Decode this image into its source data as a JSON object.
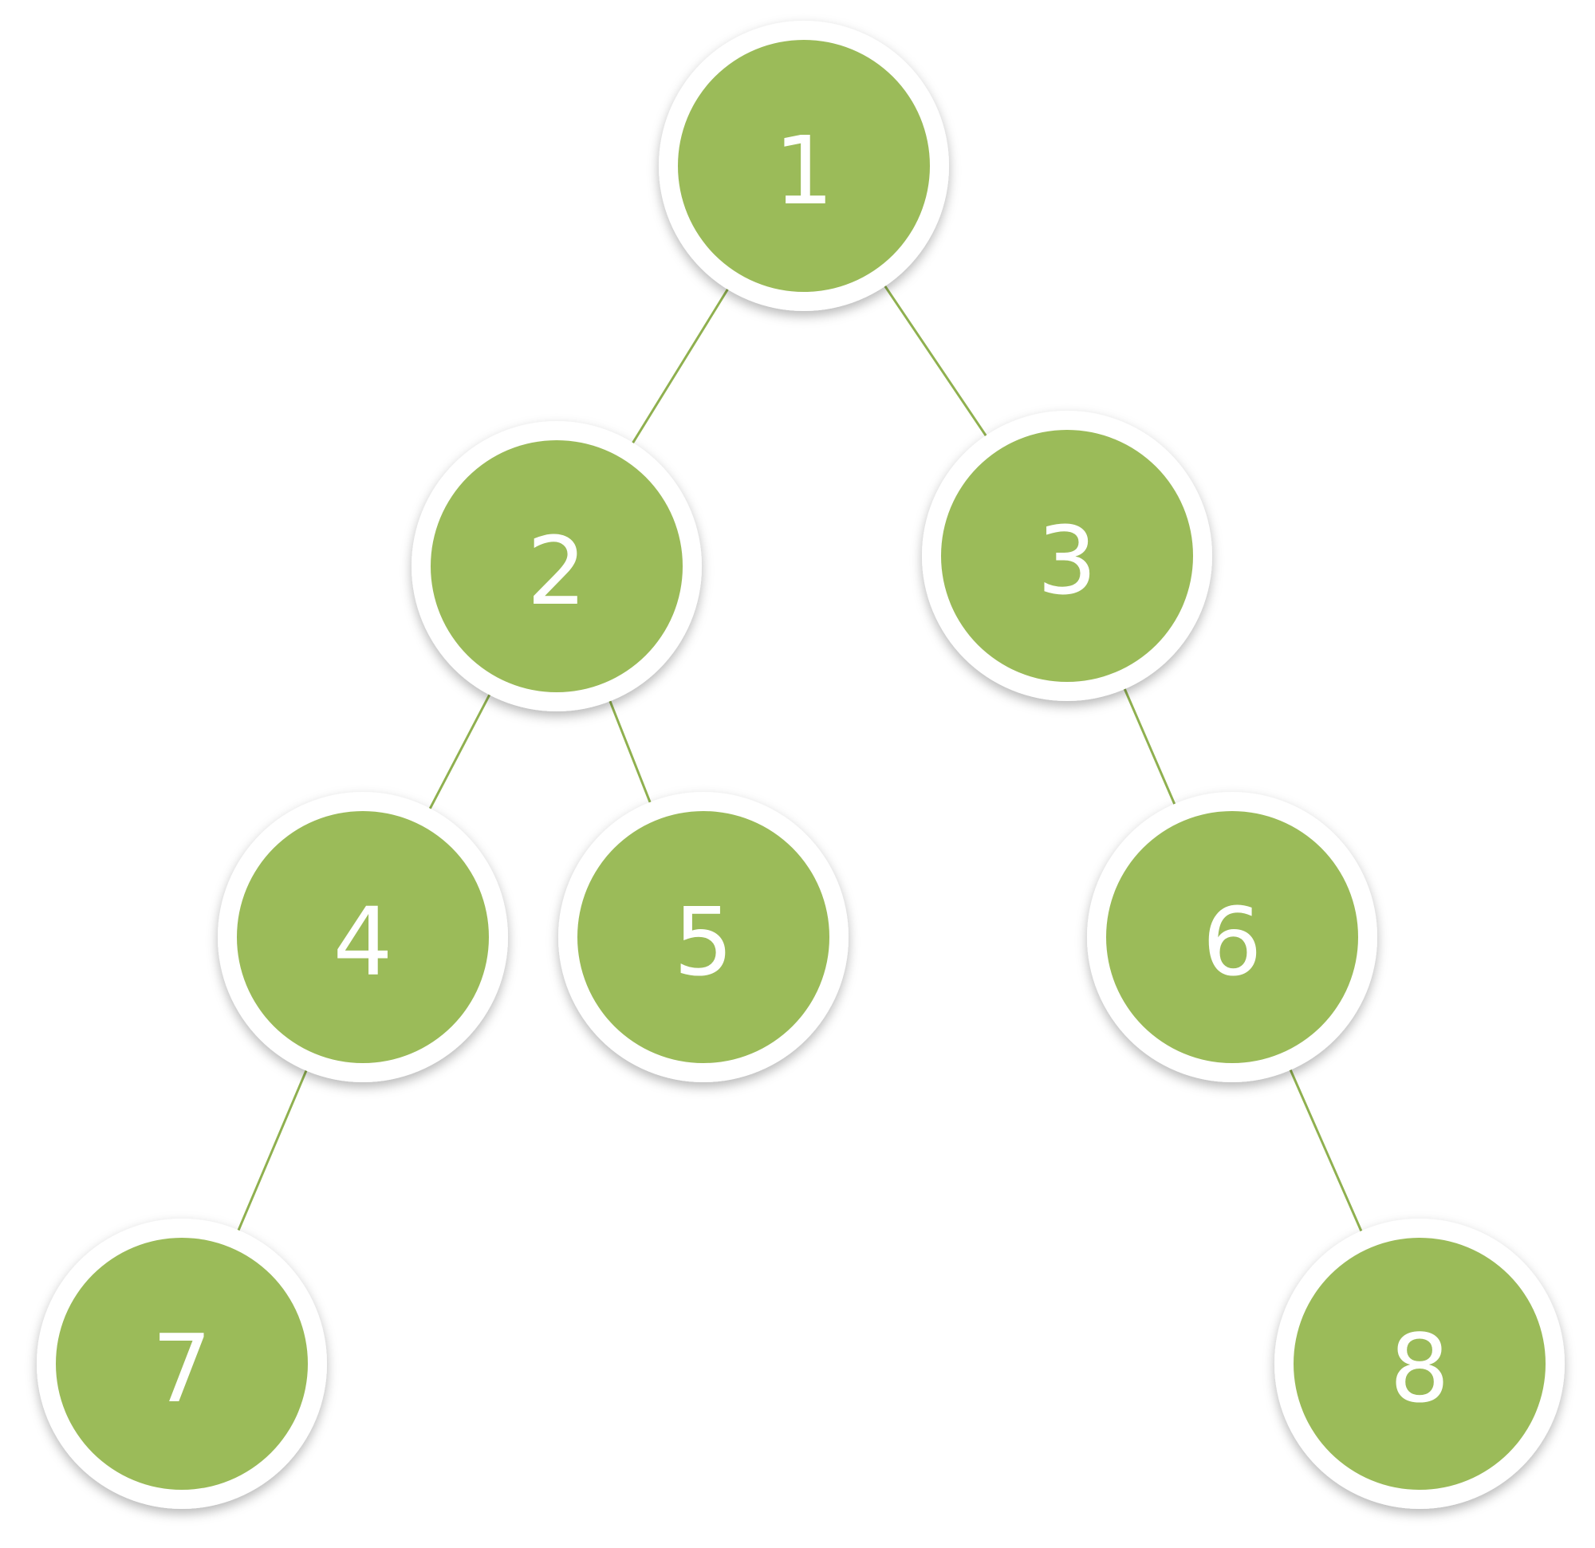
{
  "tree": {
    "colors": {
      "node_fill": "#9bbb59",
      "node_ring": "#ffffff",
      "edge": "#8fb04f",
      "label": "#ffffff"
    },
    "nodes": [
      {
        "id": "1",
        "label": "1",
        "parent": null
      },
      {
        "id": "2",
        "label": "2",
        "parent": "1"
      },
      {
        "id": "3",
        "label": "3",
        "parent": "1"
      },
      {
        "id": "4",
        "label": "4",
        "parent": "2"
      },
      {
        "id": "5",
        "label": "5",
        "parent": "2"
      },
      {
        "id": "6",
        "label": "6",
        "parent": "3"
      },
      {
        "id": "7",
        "label": "7",
        "parent": "4"
      },
      {
        "id": "8",
        "label": "8",
        "parent": "6"
      }
    ]
  }
}
